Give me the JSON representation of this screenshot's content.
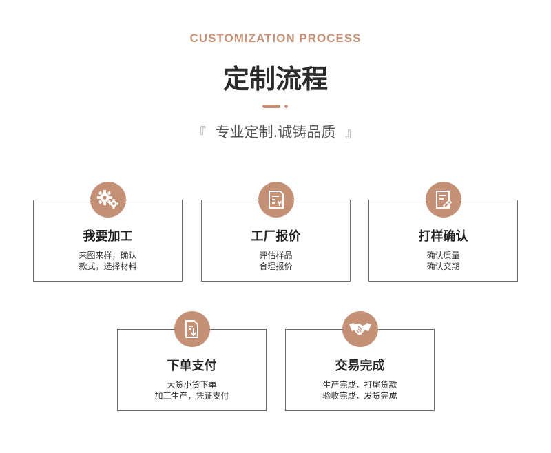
{
  "header": {
    "en_title": "CUSTOMIZATION PROCESS",
    "cn_title": "定制流程",
    "slogan_open": "『",
    "slogan": "专业定制.诚铸品质",
    "slogan_close": "』"
  },
  "steps": [
    {
      "icon": "gears-icon",
      "title": "我要加工",
      "line1": "来图来样，确认",
      "line2": "款式，选择材料"
    },
    {
      "icon": "quote-document-icon",
      "title": "工厂报价",
      "line1": "评估样品",
      "line2": "合理报价"
    },
    {
      "icon": "sample-check-icon",
      "title": "打样确认",
      "line1": "确认质量",
      "line2": "确认交期"
    },
    {
      "icon": "order-download-icon",
      "title": "下单支付",
      "line1": "大货小货下单",
      "line2": "加工生产，凭证支付"
    },
    {
      "icon": "handshake-icon",
      "title": "交易完成",
      "line1": "生产完成，打尾货款",
      "line2": "验收完成，发货完成"
    }
  ],
  "colors": {
    "accent": "#c49176",
    "border": "#6b6b6b",
    "text": "#222222"
  }
}
